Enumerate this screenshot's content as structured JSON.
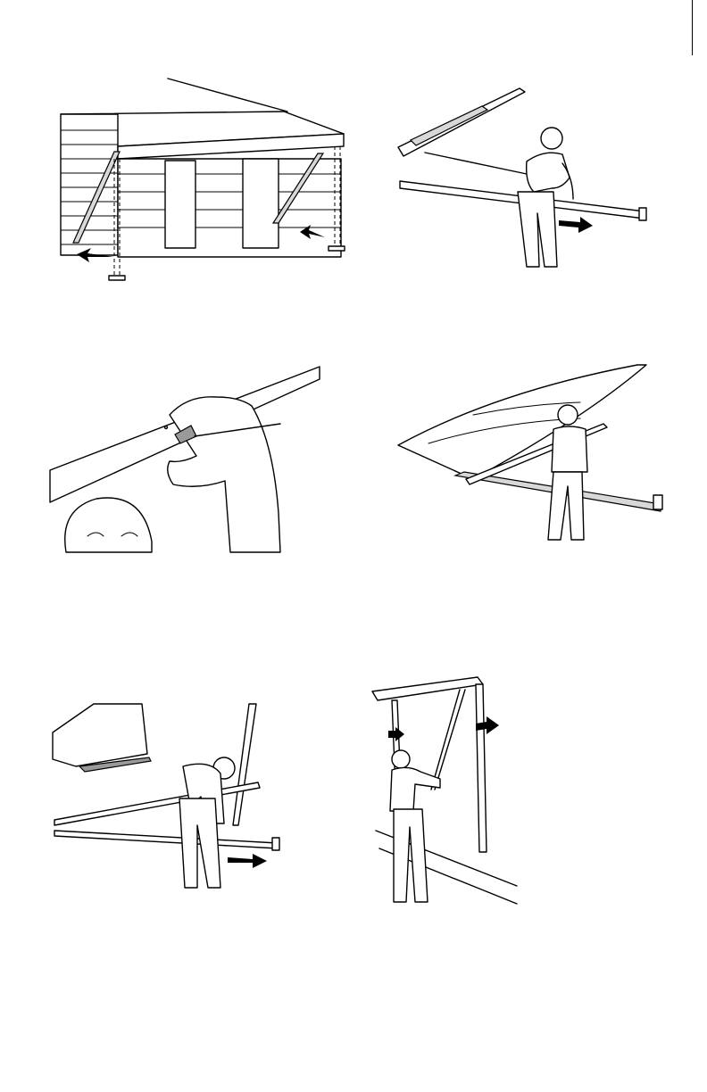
{
  "document": {
    "figures": [
      {
        "id": "fig1",
        "icon": "awning-install-illustration"
      },
      {
        "id": "fig2",
        "icon": "person-pulling-arm-illustration"
      },
      {
        "id": "fig3",
        "icon": "hand-grip-closeup-illustration"
      },
      {
        "id": "fig4",
        "icon": "person-lifting-awning-illustration"
      },
      {
        "id": "fig5",
        "icon": "person-bending-arm-illustration"
      },
      {
        "id": "fig6",
        "icon": "person-pull-strap-illustration"
      }
    ]
  }
}
